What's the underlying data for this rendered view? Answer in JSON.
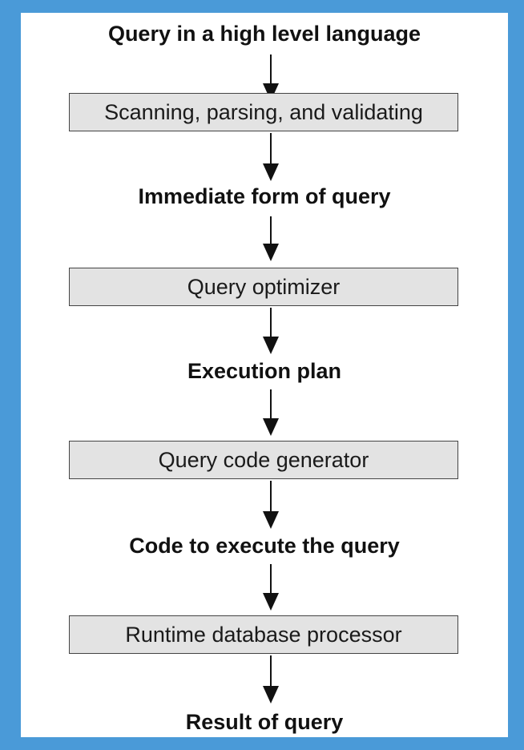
{
  "flow": {
    "query_input": "Query in a high level language",
    "step_scan_parse_validate": "Scanning, parsing, and validating",
    "immediate_form": "Immediate form of query",
    "step_optimizer": "Query optimizer",
    "execution_plan": "Execution plan",
    "step_code_generator": "Query code generator",
    "code_to_execute": "Code to execute the query",
    "step_runtime_processor": "Runtime database processor",
    "result": "Result of query"
  },
  "colors": {
    "border_frame": "#4a9ad8",
    "box_fill": "#e3e3e3",
    "box_border": "#444444",
    "text": "#111111"
  }
}
